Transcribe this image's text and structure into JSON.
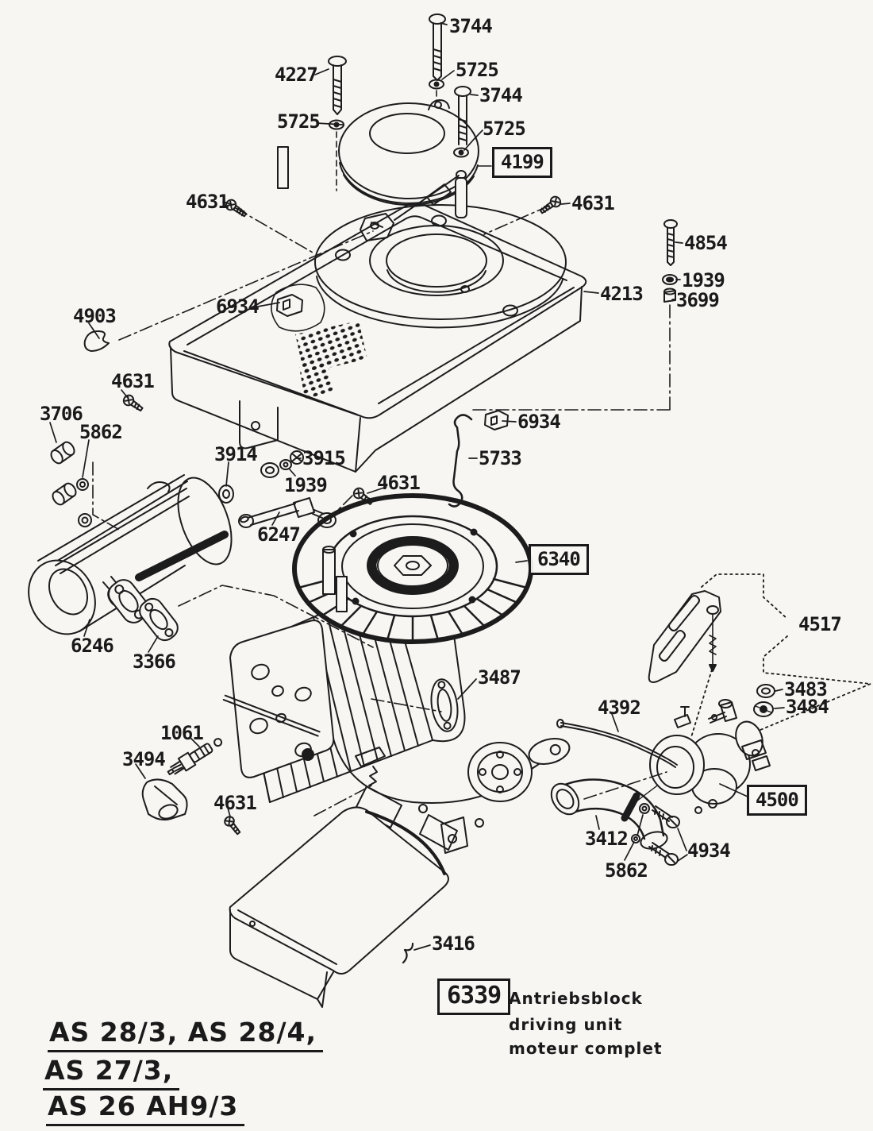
{
  "page": {
    "background": "#f7f6f3",
    "ink": "#1c1c1c",
    "kind": "exploded parts diagram"
  },
  "part_labels": [
    {
      "text": "3744"
    },
    {
      "text": "4227"
    },
    {
      "text": "5725"
    },
    {
      "text": "3744"
    },
    {
      "text": "5725"
    },
    {
      "text": "5725"
    },
    {
      "text": "4199",
      "boxed": true
    },
    {
      "text": "4631"
    },
    {
      "text": "4631"
    },
    {
      "text": "4854"
    },
    {
      "text": "1939"
    },
    {
      "text": "3699"
    },
    {
      "text": "4213"
    },
    {
      "text": "4903"
    },
    {
      "text": "6934"
    },
    {
      "text": "4631"
    },
    {
      "text": "3706"
    },
    {
      "text": "5862"
    },
    {
      "text": "3914"
    },
    {
      "text": "3915"
    },
    {
      "text": "1939"
    },
    {
      "text": "6934"
    },
    {
      "text": "5733"
    },
    {
      "text": "4631"
    },
    {
      "text": "6247"
    },
    {
      "text": "6340",
      "boxed": true
    },
    {
      "text": "6246"
    },
    {
      "text": "3366"
    },
    {
      "text": "3487"
    },
    {
      "text": "4517"
    },
    {
      "text": "3483"
    },
    {
      "text": "3484"
    },
    {
      "text": "4392"
    },
    {
      "text": "1061"
    },
    {
      "text": "3494"
    },
    {
      "text": "4631"
    },
    {
      "text": "4500",
      "boxed": true
    },
    {
      "text": "3412"
    },
    {
      "text": "5862"
    },
    {
      "text": "4934"
    },
    {
      "text": "3416"
    }
  ],
  "legend": {
    "ref": "6339",
    "lines": [
      "Antriebsblock",
      "driving unit",
      "moteur complet"
    ]
  },
  "models": [
    {
      "text": "AS 28/3, AS 28/4,"
    },
    {
      "text": "AS 27/3,"
    },
    {
      "text": "AS 26 AH9/3"
    }
  ]
}
